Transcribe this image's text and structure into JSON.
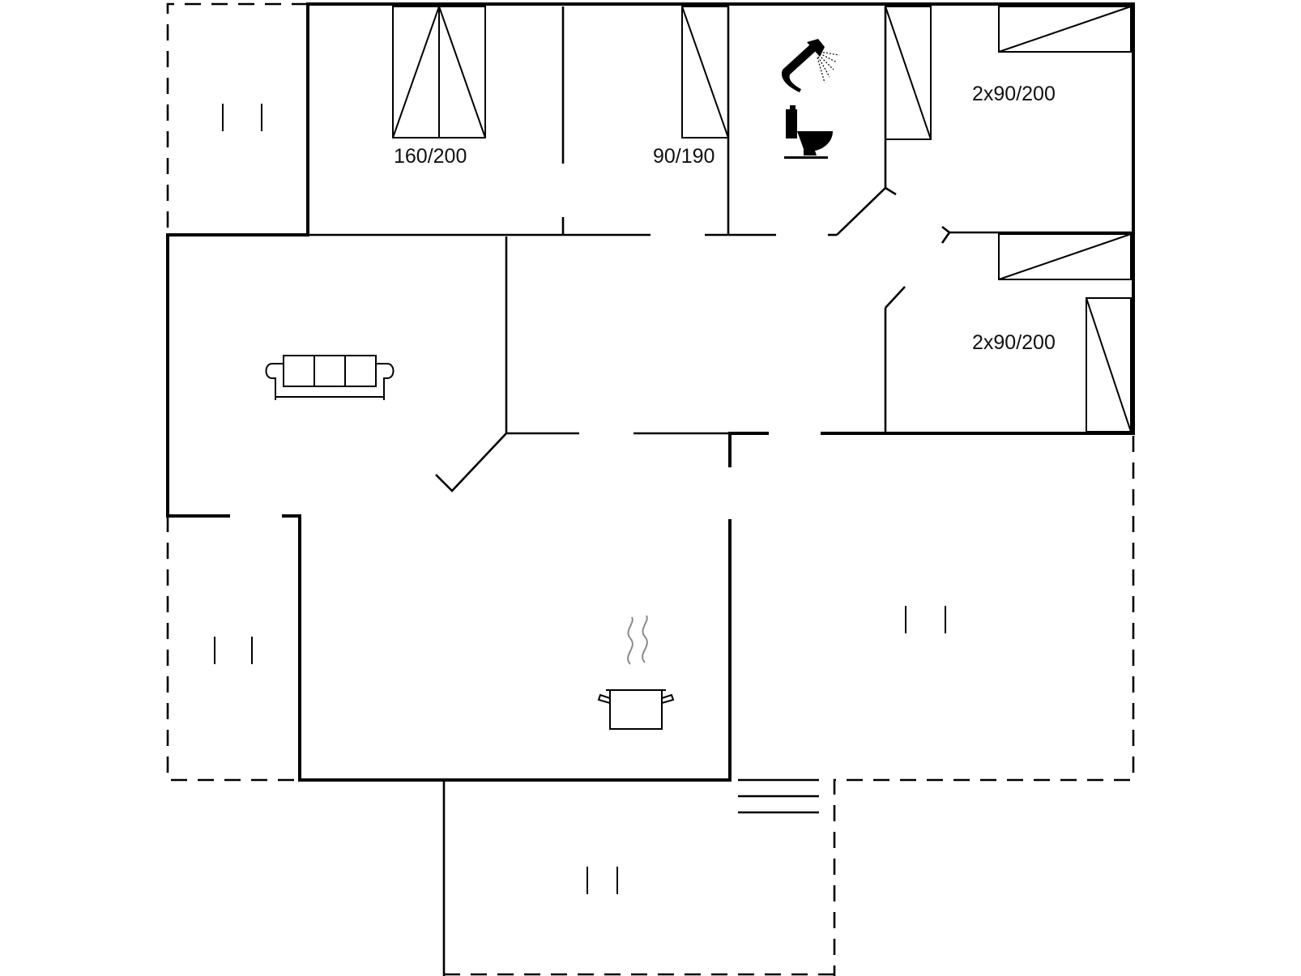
{
  "rooms": {
    "bedroom_1": {
      "bed_label": "160/200"
    },
    "bedroom_2": {
      "bed_label": "90/190"
    },
    "bedroom_3": {
      "bed_label": "2x90/200"
    },
    "bedroom_4": {
      "bed_label": "2x90/200"
    }
  },
  "icons": {
    "shower": "shower-icon",
    "toilet": "toilet-icon",
    "sofa": "sofa-icon",
    "stove": "cooking-pot-icon",
    "terrace": "terrace-marker-icon",
    "stairs": "steps-icon"
  }
}
